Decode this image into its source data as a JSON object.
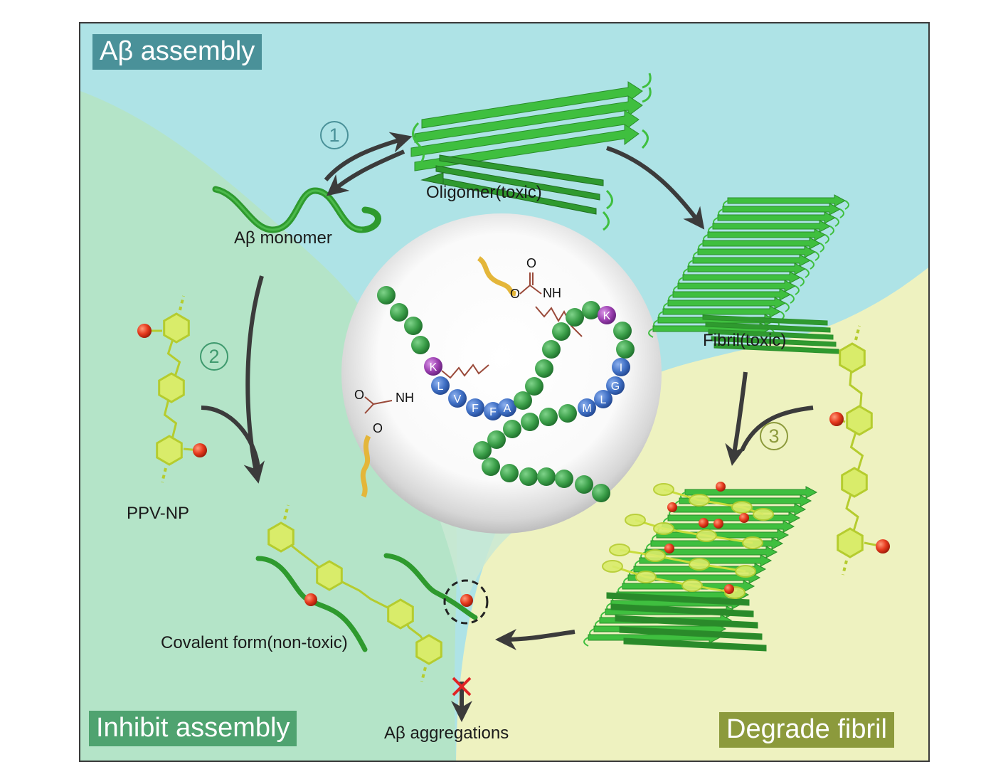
{
  "figure": {
    "panels": {
      "assembly": {
        "label": "Aβ assembly",
        "bg": "#aee3e6",
        "tag_color": "#4a9199"
      },
      "inhibit": {
        "label": "Inhibit assembly",
        "bg": "#b4e4c8",
        "tag_color": "#4fa370"
      },
      "degrade": {
        "label": "Degrade fibril",
        "bg": "#eef2c0",
        "tag_color": "#8c9a3c"
      }
    },
    "steps": [
      {
        "number": "1",
        "color": "#4a9199"
      },
      {
        "number": "2",
        "color": "#3f9a6e"
      },
      {
        "number": "3",
        "color": "#8c9a3c"
      }
    ],
    "labels": {
      "monomer": "Aβ monomer",
      "oligomer": "Oligomer(toxic)",
      "fibril": "Fibril(toxic)",
      "ppv_np": "PPV-NP",
      "covalent_form": "Covalent form(non-toxic)",
      "aggregations": "Aβ aggregations"
    },
    "inset": {
      "chemistry": {
        "top": {
          "carbonyl_o": "O",
          "ester_o": "O",
          "amine": "NH"
        },
        "left": {
          "carbonyl_o": "O",
          "ester_o": "O",
          "amine": "NH"
        }
      },
      "residues_left": [
        "K",
        "L",
        "V",
        "F",
        "F",
        "A"
      ],
      "residues_right": [
        "K",
        "I",
        "G",
        "L",
        "M"
      ],
      "colors": {
        "generic": "#3a9e48",
        "hydrophobic": "#3f6fc4",
        "lysine": "#9b3fb0"
      }
    },
    "blocked_marker": "✕"
  }
}
